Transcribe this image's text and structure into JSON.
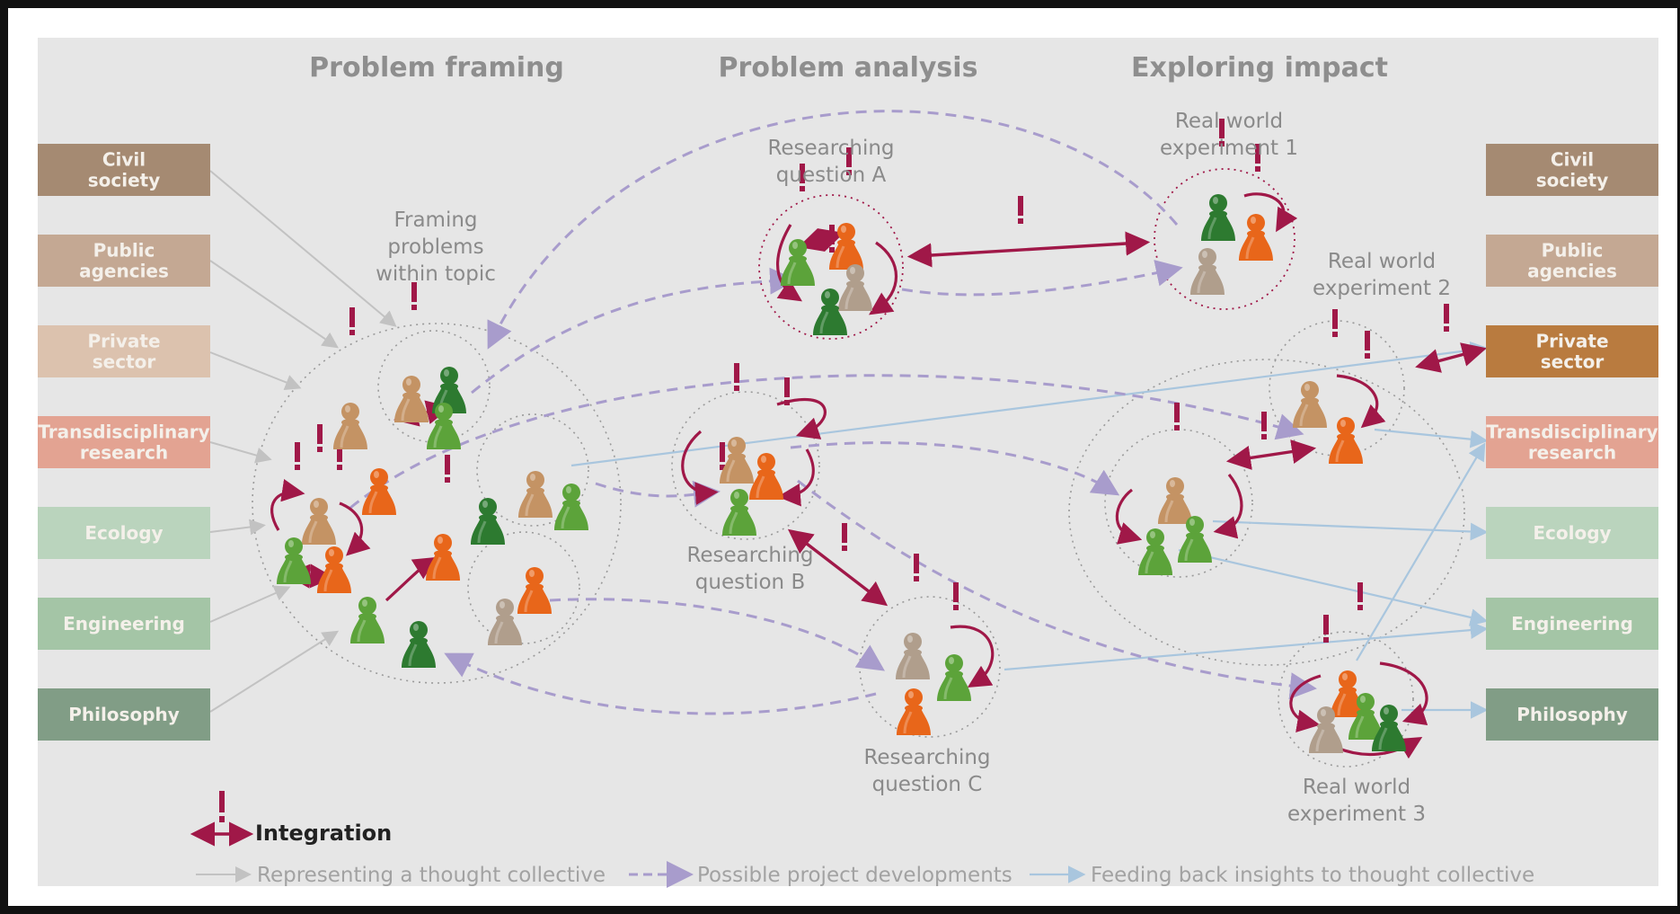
{
  "phases": [
    "Problem framing",
    "Problem analysis",
    "Exploring impact"
  ],
  "left_boxes": [
    {
      "label": [
        "Civil",
        "society"
      ],
      "color": "#a58a72"
    },
    {
      "label": [
        "Public",
        "agencies"
      ],
      "color": "#c4a893"
    },
    {
      "label": [
        "Private",
        "sector"
      ],
      "color": "#dcc2ae"
    },
    {
      "label": [
        "Transdisciplinary",
        "research"
      ],
      "color": "#e3a392"
    },
    {
      "label": [
        "Ecology"
      ],
      "color": "#bad4bd"
    },
    {
      "label": [
        "Engineering"
      ],
      "color": "#a4c5a6"
    },
    {
      "label": [
        "Philosophy"
      ],
      "color": "#819d86"
    }
  ],
  "right_boxes": [
    {
      "label": [
        "Civil",
        "society"
      ],
      "color": "#a58a72"
    },
    {
      "label": [
        "Public",
        "agencies"
      ],
      "color": "#c4a893"
    },
    {
      "label": [
        "Private",
        "sector"
      ],
      "color": "#b97b3f"
    },
    {
      "label": [
        "Transdisciplinary",
        "research"
      ],
      "color": "#e3a392"
    },
    {
      "label": [
        "Ecology"
      ],
      "color": "#bad4bd"
    },
    {
      "label": [
        "Engineering"
      ],
      "color": "#a4c5a6"
    },
    {
      "label": [
        "Philosophy"
      ],
      "color": "#819d86"
    }
  ],
  "group_labels": {
    "framing": [
      "Framing",
      "problems",
      "within topic"
    ],
    "rq_a": [
      "Researching",
      "question A"
    ],
    "rq_b": [
      "Researching",
      "question B"
    ],
    "rq_c": [
      "Researching",
      "question C"
    ],
    "rwe1": [
      "Real world",
      "experiment 1"
    ],
    "rwe2": [
      "Real world",
      "experiment 2"
    ],
    "rwe3": [
      "Real world",
      "experiment 3"
    ]
  },
  "legend": {
    "integration": "Integration",
    "representing": "Representing a thought collective",
    "developments": "Possible project developments",
    "feedback": "Feeding back insights to thought collective"
  },
  "colors": {
    "background": "#e6e6e6",
    "integration": "#a01848",
    "dashed": "#a89ccc",
    "feedback": "#a9c6de",
    "representing": "#c2c2c2",
    "pawn_green": "#5ca33a",
    "pawn_dark_green": "#2d7a30",
    "pawn_orange": "#e8661a",
    "pawn_tan": "#c49364",
    "pawn_grey": "#b09e8c"
  }
}
